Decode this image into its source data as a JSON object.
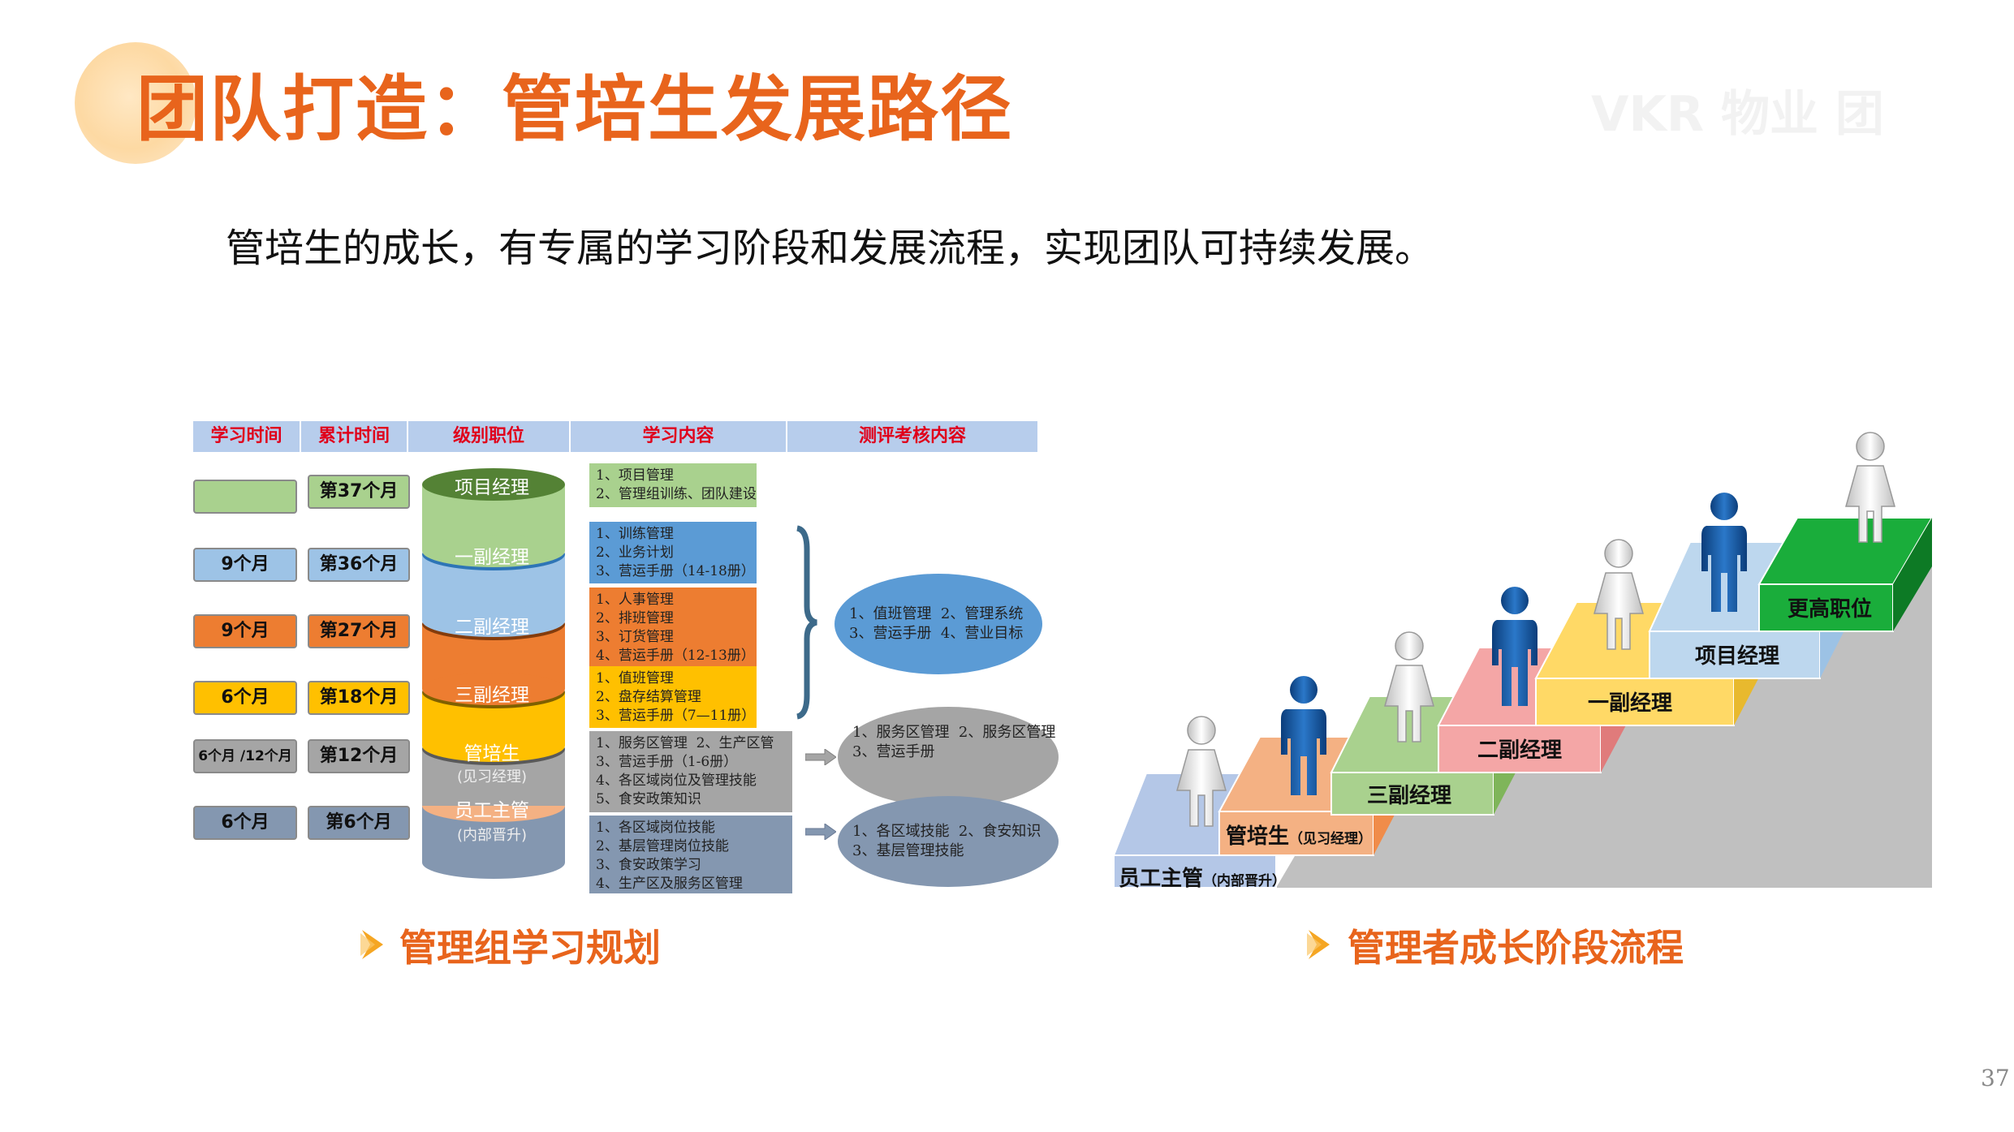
{
  "title": "团队打造：管培生发展路径",
  "watermark": "VKR 物业 团",
  "subtitle": "管培生的成长，有专属的学习阶段和发展流程，实现团队可持续发展。",
  "page_number": "37",
  "left_chart": {
    "headers": [
      "学习时间",
      "累计时间",
      "级别职位",
      "学习内容",
      "测评考核内容"
    ],
    "rows": [
      {
        "study_time": "",
        "cumulative": "第37个月",
        "level": "项目经理",
        "level_sub": "",
        "content": "1、项目管理\n2、管理组训练、团队建设",
        "color": "#a9d18e"
      },
      {
        "study_time": "9个月",
        "cumulative": "第36个月",
        "level": "一副经理",
        "level_sub": "",
        "content": "1、训练管理\n2、业务计划\n3、营运手册（14-18册）",
        "color": "#5b9bd5"
      },
      {
        "study_time": "9个月",
        "cumulative": "第27个月",
        "level": "二副经理",
        "level_sub": "",
        "content": "1、人事管理\n2、排班管理\n3、订货管理\n4、营运手册（12-13册）",
        "color": "#ed7d31"
      },
      {
        "study_time": "6个月",
        "cumulative": "第18个月",
        "level": "三副经理",
        "level_sub": "",
        "content": "1、值班管理\n2、盘存结算管理\n3、营运手册（7—11册）",
        "color": "#ffc000"
      },
      {
        "study_time": "6个月 /12个月",
        "cumulative": "第12个月",
        "level": "管培生",
        "level_sub": "(见习经理)",
        "content": "1、服务区管理  2、生产区管\n3、营运手册（1-6册）\n4、各区域岗位及管理技能\n5、食安政策知识",
        "color": "#a5a5a5"
      },
      {
        "study_time": "6个月",
        "cumulative": "第6个月",
        "level": "员工主管",
        "level_sub": "(内部晋升)",
        "content": "1、各区域岗位技能\n2、基层管理岗位技能\n3、食安政策学习\n4、生产区及服务区管理",
        "color": "#8497b0"
      }
    ],
    "assessments": [
      "1、值班管理  2、管理系统\n3、营运手册  4、营业目标",
      "1、服务区管理  2、服务区管理\n3、营运手册",
      "1、各区域技能  2、食安知识\n3、基层管理技能"
    ]
  },
  "captions": {
    "left": "管理组学习规划",
    "right": "管理者成长阶段流程"
  },
  "right_chart": {
    "steps": [
      {
        "label": "员工主管",
        "note": "（内部晋升）",
        "color": "#b4c7e7"
      },
      {
        "label": "管培生",
        "note": "（见习经理）",
        "color": "#f4b183"
      },
      {
        "label": "三副经理",
        "note": "",
        "color": "#a9d18e"
      },
      {
        "label": "二副经理",
        "note": "",
        "color": "#f4a6a6"
      },
      {
        "label": "一副经理",
        "note": "",
        "color": "#ffd966"
      },
      {
        "label": "项目经理",
        "note": "",
        "color": "#bdd7ee"
      },
      {
        "label": "更高职位",
        "note": "",
        "color": "#1aad3b"
      }
    ]
  },
  "colors": {
    "accent": "#e8641c",
    "header_bg": "#b7cdec",
    "header_text": "#e0001b"
  }
}
